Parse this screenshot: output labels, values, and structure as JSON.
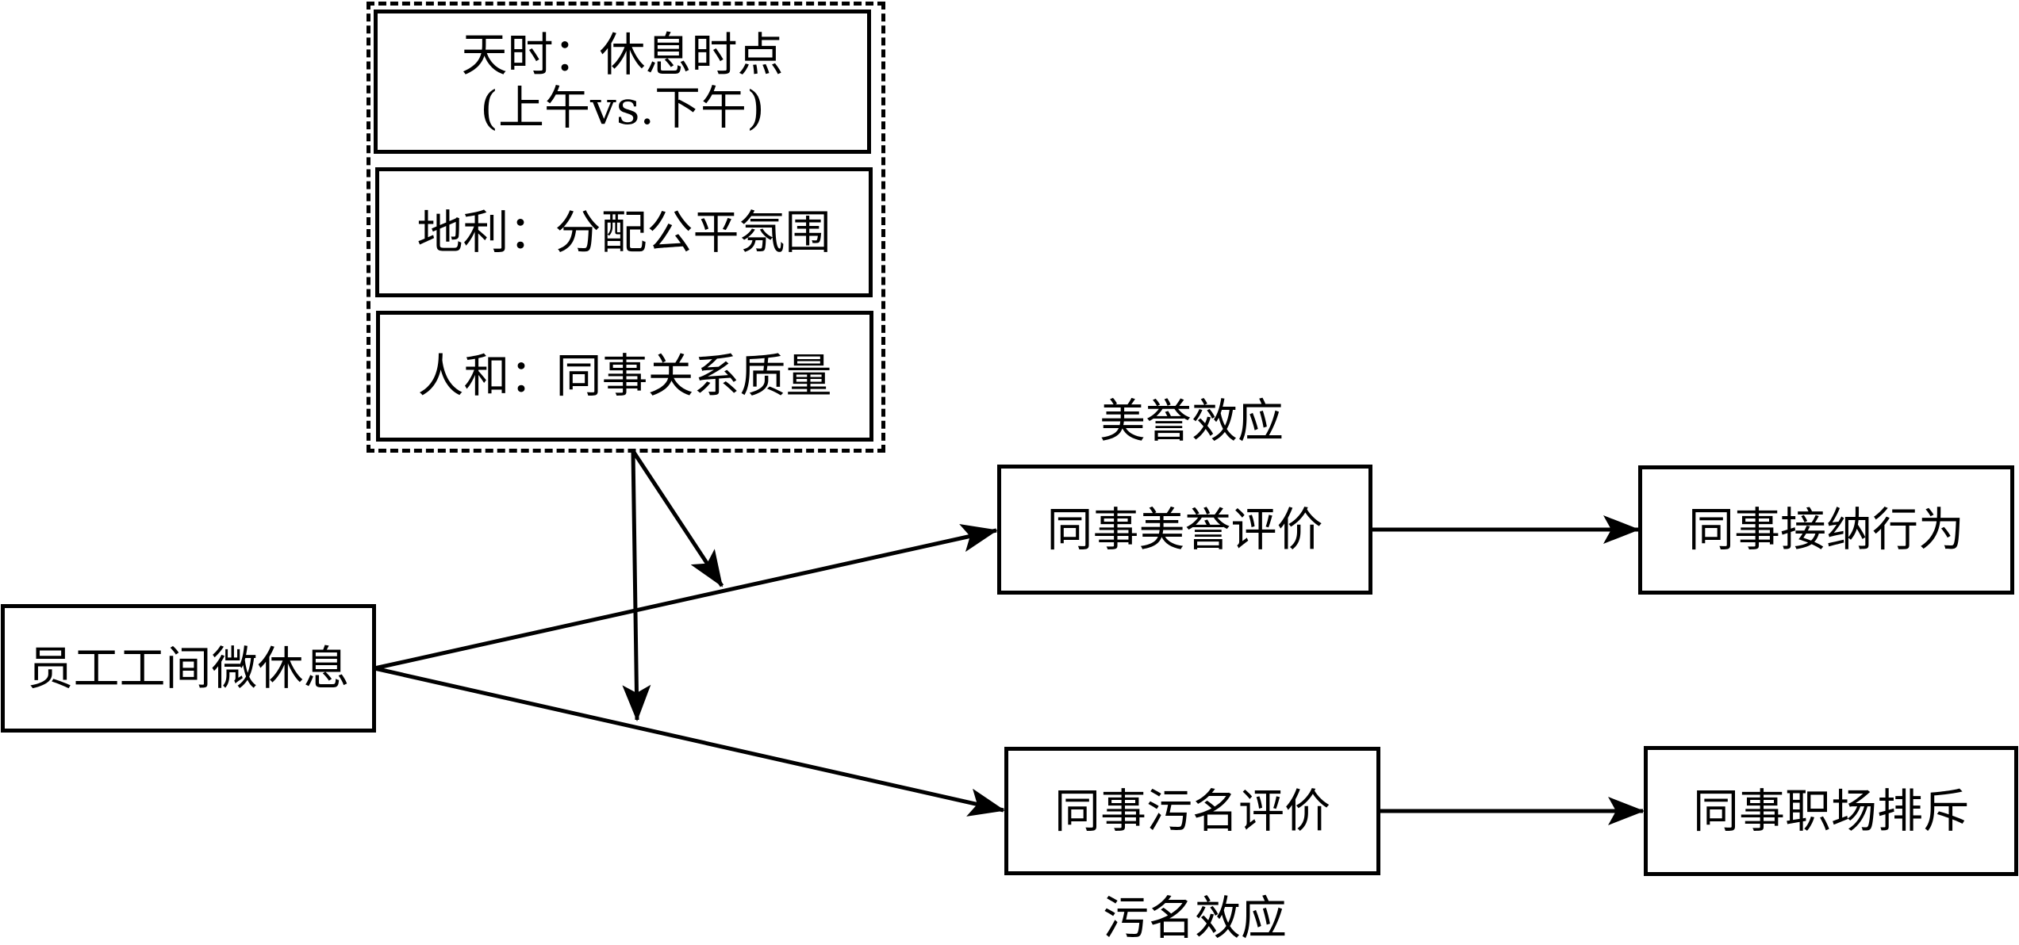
{
  "diagram": {
    "type": "conceptual-model",
    "moderators": {
      "group_style": "dashed",
      "items": [
        {
          "id": "tianshi",
          "line1": "天时：休息时点",
          "line2": "(上午vs.下午)"
        },
        {
          "id": "dili",
          "line1": "地利：分配公平氛围"
        },
        {
          "id": "renhe",
          "line1": "人和：同事关系质量"
        }
      ]
    },
    "nodes": {
      "source": {
        "label": "员工工间微休息"
      },
      "positive_eval": {
        "label": "同事美誉评价"
      },
      "negative_eval": {
        "label": "同事污名评价"
      },
      "positive_outcome": {
        "label": "同事接纳行为"
      },
      "negative_outcome": {
        "label": "同事职场排斥"
      }
    },
    "effect_labels": {
      "positive": "美誉效应",
      "negative": "污名效应"
    },
    "edges": [
      {
        "from": "source",
        "to": "positive_eval",
        "kind": "main-path"
      },
      {
        "from": "source",
        "to": "negative_eval",
        "kind": "main-path"
      },
      {
        "from": "positive_eval",
        "to": "positive_outcome",
        "kind": "main-path"
      },
      {
        "from": "negative_eval",
        "to": "negative_outcome",
        "kind": "main-path"
      },
      {
        "from": "moderators",
        "to": "edge:source->positive_eval",
        "kind": "moderation"
      },
      {
        "from": "moderators",
        "to": "edge:source->negative_eval",
        "kind": "moderation"
      }
    ],
    "colors": {
      "stroke": "#000000",
      "background": "#ffffff",
      "text": "#000000"
    }
  }
}
